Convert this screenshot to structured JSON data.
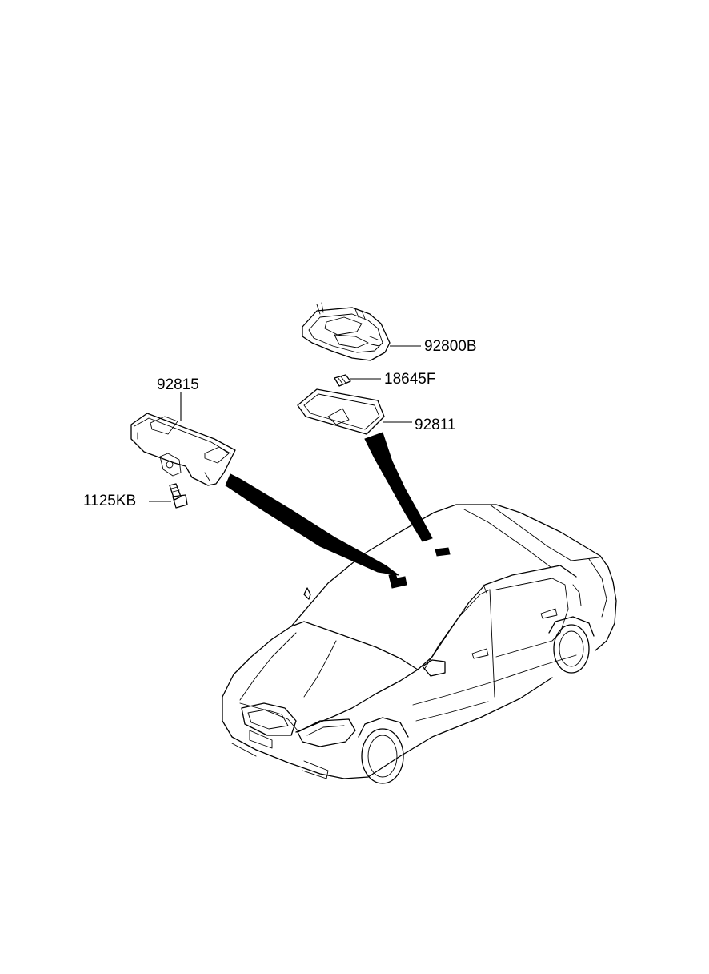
{
  "diagram": {
    "callouts": [
      {
        "id": "overhead-console-lamp",
        "text": "92800B"
      },
      {
        "id": "bulb",
        "text": "18645F"
      },
      {
        "id": "lens",
        "text": "92811"
      },
      {
        "id": "room-lamp-bracket",
        "text": "92815"
      },
      {
        "id": "screw",
        "text": "1125KB"
      }
    ]
  }
}
